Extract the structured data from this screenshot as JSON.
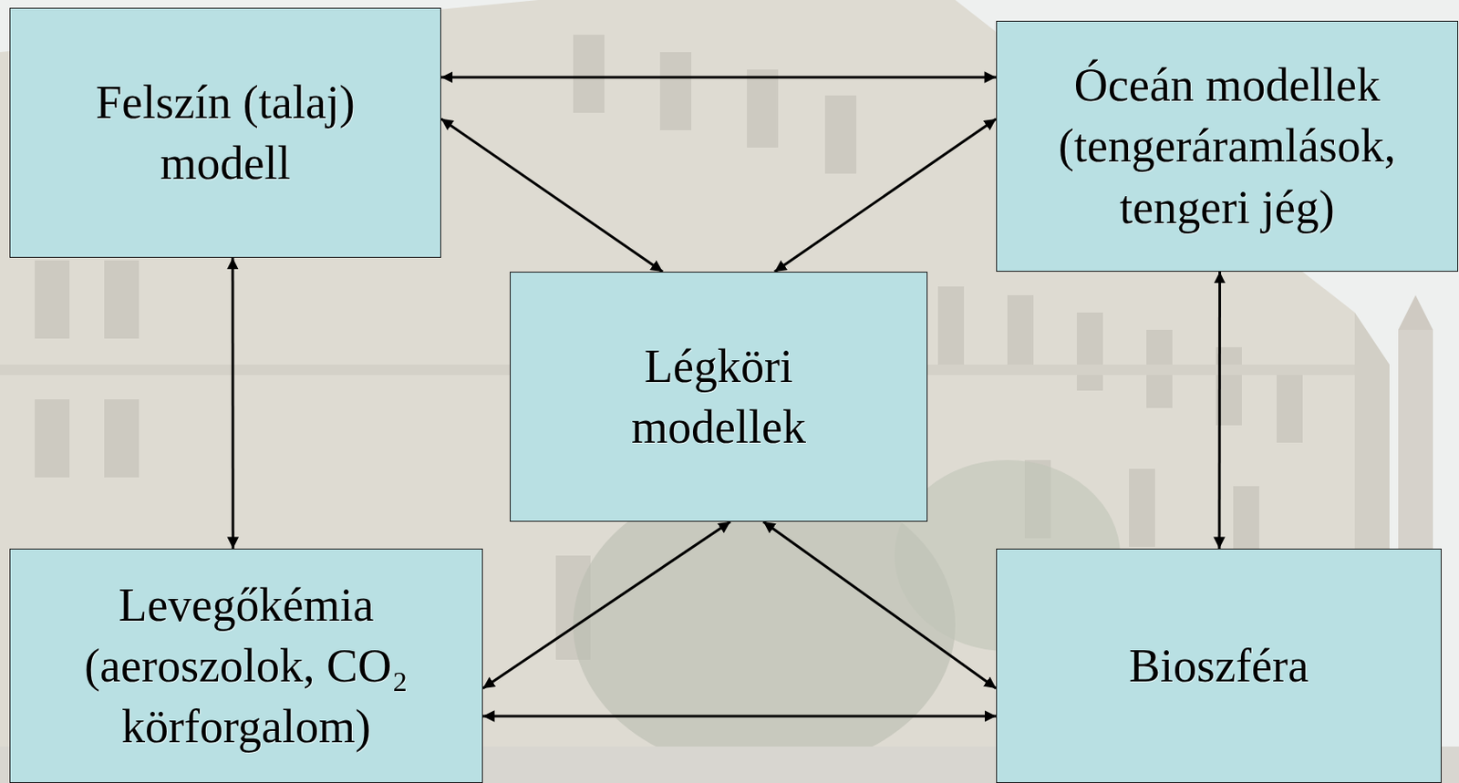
{
  "diagram": {
    "nodes": [
      {
        "text": [
          "Felszín (talaj) modell"
        ]
      },
      {
        "text": [
          "Óceán modellek (tengeráramlások, tengeri jég)"
        ]
      },
      {
        "text": [
          "Légköri modellek"
        ]
      },
      {
        "text": [
          "Levegőkémia (aeroszolok, CO₂ körforgalom)"
        ]
      },
      {
        "text": [
          "Bioszféra"
        ]
      }
    ],
    "edges": [
      {
        "from": 0,
        "to": 1,
        "arrow": "both"
      },
      {
        "from": 0,
        "to": 2,
        "arrow": "both"
      },
      {
        "from": 1,
        "to": 2,
        "arrow": "both"
      },
      {
        "from": 0,
        "to": 3,
        "arrow": "both"
      },
      {
        "from": 1,
        "to": 4,
        "arrow": "both"
      },
      {
        "from": 2,
        "to": 3,
        "arrow": "both"
      },
      {
        "from": 2,
        "to": 4,
        "arrow": "both"
      },
      {
        "from": 3,
        "to": 4,
        "arrow": "both"
      }
    ]
  }
}
